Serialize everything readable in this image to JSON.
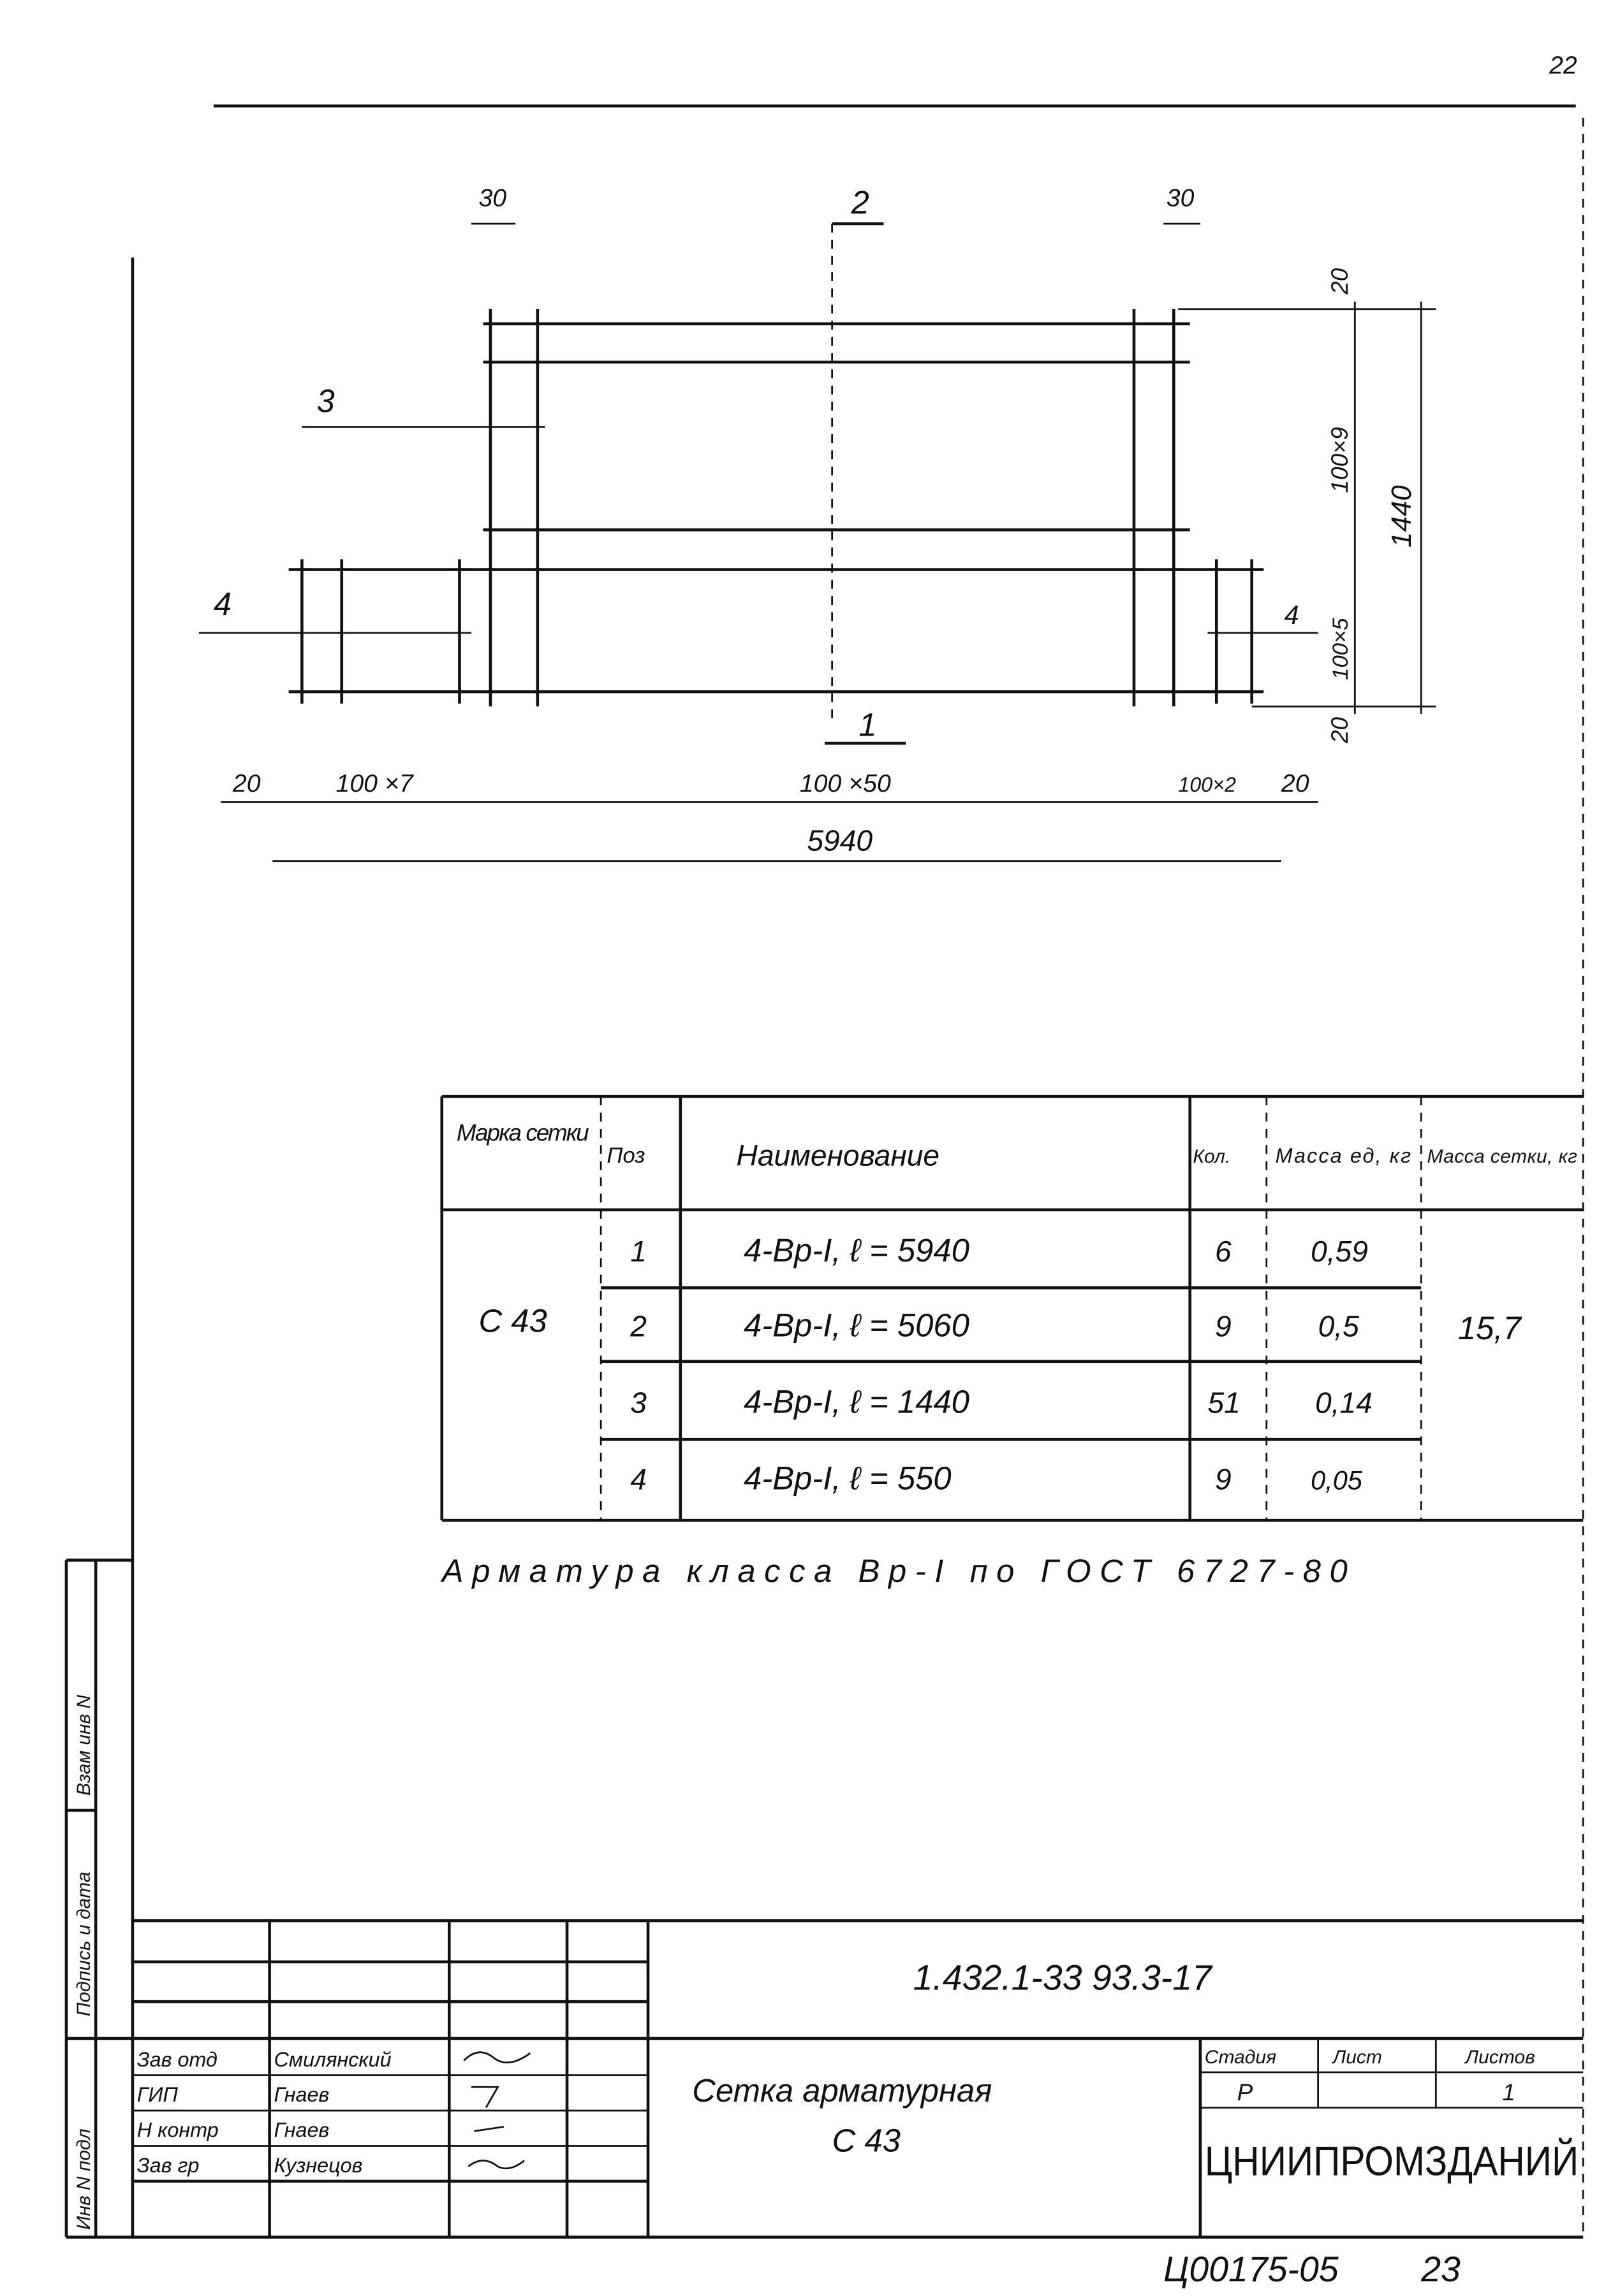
{
  "page_number": "22",
  "drawing": {
    "dims": {
      "top_left": "30",
      "top_right": "30",
      "bottom_20_left": "20",
      "bottom_100x7": "100 ×7",
      "bottom_100x50": "100 ×50",
      "bottom_100x2": "100×2",
      "bottom_20_right": "20",
      "overall_length": "5940",
      "right_20_top": "20",
      "right_100x9": "100×9",
      "right_100x5": "100×5",
      "right_20_bottom": "20",
      "overall_width": "1440"
    },
    "sections": {
      "s1": "1",
      "s2": "2",
      "s3": "3",
      "s4_left": "4",
      "s4_right": "4"
    }
  },
  "table": {
    "headers": {
      "mark": "Марка сетки",
      "pos": "Поз",
      "name": "Наименование",
      "qty": "Кол.",
      "unit_mass": "Масса ед, кг",
      "mesh_mass": "Масса сетки, кг"
    },
    "mark": "С 43",
    "mesh_mass": "15,7",
    "rows": [
      {
        "pos": "1",
        "name": "4-Вр-I, ℓ = 5940",
        "qty": "6",
        "unit_mass": "0,59"
      },
      {
        "pos": "2",
        "name": "4-Вр-I, ℓ = 5060",
        "qty": "9",
        "unit_mass": "0,5"
      },
      {
        "pos": "3",
        "name": "4-Вр-I, ℓ = 1440",
        "qty": "51",
        "unit_mass": "0,14"
      },
      {
        "pos": "4",
        "name": "4-Вр-I, ℓ = 550",
        "qty": "9",
        "unit_mass": "0,05"
      }
    ]
  },
  "note": "Арматура класса Вр-I по ГОСТ 6727-80",
  "side_stamp": {
    "inv_orig": "Инв N подл",
    "sign_date": "Подпись и дата",
    "replace_inv": "Взам инв N"
  },
  "title_block": {
    "doc_code": "1.432.1-33 93.3-17",
    "title_line1": "Сетка арматурная",
    "title_line2": "С 43",
    "roles": [
      "Зав отд",
      "ГИП",
      "Н контр",
      "Зав гр"
    ],
    "names": [
      "Смилянский",
      "Гнаев",
      "Гнаев",
      "Кузнецов"
    ],
    "stage_label": "Стадия",
    "sheet_label": "Лист",
    "sheets_label": "Листов",
    "stage": "Р",
    "sheet": "",
    "sheets": "1",
    "organization": "ЦНИИПРОМЗДАНИЙ"
  },
  "footer_code": "Ц00175-05",
  "footer_page": "23"
}
